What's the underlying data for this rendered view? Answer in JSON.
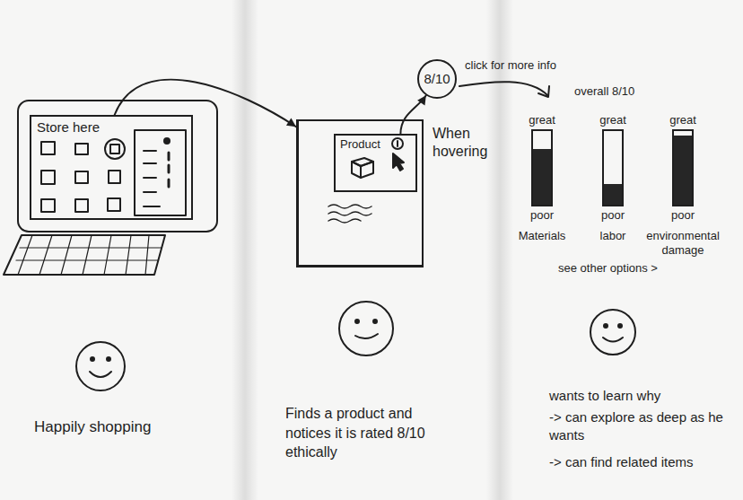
{
  "diagram": {
    "nodes": [
      {
        "text": [
          "Store here"
        ]
      },
      {
        "text": [
          "When hovering"
        ]
      },
      {
        "text": [
          "Product"
        ],
        "in": 1
      },
      {
        "text": [
          "8/10"
        ]
      },
      {
        "text": [
          "great",
          "poor",
          "Materials"
        ]
      },
      {
        "text": [
          "great",
          "poor",
          "labor"
        ]
      },
      {
        "text": [
          "great",
          "poor",
          "environmental damage"
        ]
      }
    ],
    "edges": [
      {
        "from": 0,
        "to": 1,
        "arrow": "to"
      },
      {
        "from": 2,
        "to": 3,
        "arrow": "to"
      }
    ],
    "labels": [
      "Happily shopping",
      "Finds a product and notices it is rated 8/10 ethically",
      "click for more info",
      "overall 8/10",
      "see other options >",
      "wants to learn why",
      "-> can explore as deep as he wants",
      "-> can find related items"
    ]
  }
}
